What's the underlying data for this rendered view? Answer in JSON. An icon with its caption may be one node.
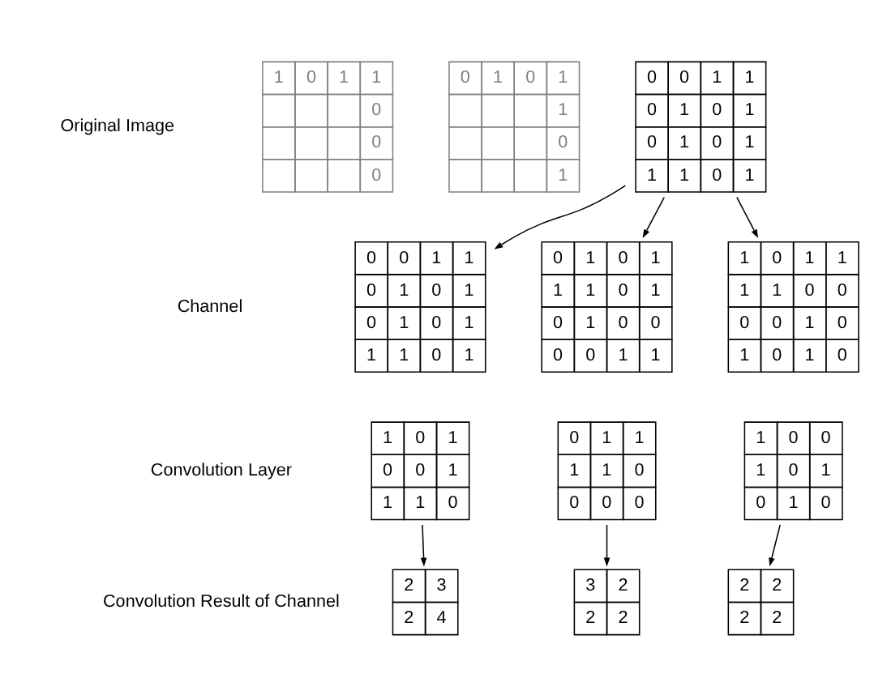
{
  "diagram": {
    "nodes": [
      {
        "text": [
          "1",
          "0",
          "1",
          "1",
          "0",
          "0",
          "0"
        ]
      },
      {
        "text": [
          "0",
          "1",
          "0",
          "1",
          "1",
          "0",
          "1"
        ]
      },
      {
        "text": [
          "0",
          "0",
          "1",
          "1",
          "0",
          "1",
          "0",
          "1",
          "0",
          "1",
          "0",
          "1",
          "1",
          "1",
          "0",
          "1"
        ]
      },
      {
        "text": [
          "0",
          "0",
          "1",
          "1",
          "0",
          "1",
          "0",
          "1",
          "0",
          "1",
          "0",
          "1",
          "1",
          "1",
          "0",
          "1"
        ]
      },
      {
        "text": [
          "0",
          "1",
          "0",
          "1",
          "1",
          "1",
          "0",
          "1",
          "0",
          "1",
          "0",
          "0",
          "0",
          "0",
          "1",
          "1"
        ]
      },
      {
        "text": [
          "1",
          "0",
          "1",
          "1",
          "1",
          "1",
          "0",
          "0",
          "0",
          "0",
          "1",
          "0",
          "1",
          "0",
          "1",
          "0"
        ]
      },
      {
        "text": [
          "1",
          "0",
          "1",
          "0",
          "0",
          "1",
          "1",
          "1",
          "0"
        ]
      },
      {
        "text": [
          "0",
          "1",
          "1",
          "1",
          "1",
          "0",
          "0",
          "0",
          "0"
        ]
      },
      {
        "text": [
          "1",
          "0",
          "0",
          "1",
          "0",
          "1",
          "0",
          "1",
          "0"
        ]
      },
      {
        "text": [
          "2",
          "3",
          "2",
          "4"
        ]
      },
      {
        "text": [
          "3",
          "2",
          "2",
          "2"
        ]
      },
      {
        "text": [
          "2",
          "2",
          "2",
          "2"
        ]
      }
    ],
    "edges": [
      {
        "from": 2,
        "to": 3,
        "arrow": "to"
      },
      {
        "from": 2,
        "to": 4,
        "arrow": "to"
      },
      {
        "from": 2,
        "to": 5,
        "arrow": "to"
      },
      {
        "from": 6,
        "to": 9,
        "arrow": "to"
      },
      {
        "from": 7,
        "to": 10,
        "arrow": "to"
      },
      {
        "from": 8,
        "to": 11,
        "arrow": "to"
      }
    ],
    "labels": [
      "Original Image",
      "Channel",
      "Convolution Layer",
      "Convolution Result of Channel"
    ]
  }
}
